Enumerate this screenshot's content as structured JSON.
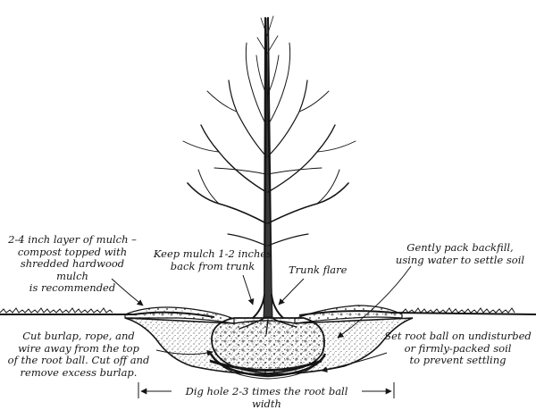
{
  "labels": {
    "mulch_layer": "2-4 inch layer of mulch –\ncompost topped with\nshredded hardwood mulch\nis recommended",
    "keep_mulch": "Keep mulch 1-2 inches\nback from trunk",
    "trunk_flare": "Trunk flare",
    "backfill": "Gently pack backfill,\nusing water to settle soil",
    "burlap": "Cut burlap, rope, and\nwire away from the top\nof the root ball. Cut off and\nremove excess burlap.",
    "root_ball_set": "Set root ball on undisturbed\nor firmly-packed soil\nto prevent settling",
    "dig_hole": "Dig hole 2-3 times the root ball width"
  },
  "colors": {
    "ink": "#151515",
    "background": "#ffffff"
  }
}
